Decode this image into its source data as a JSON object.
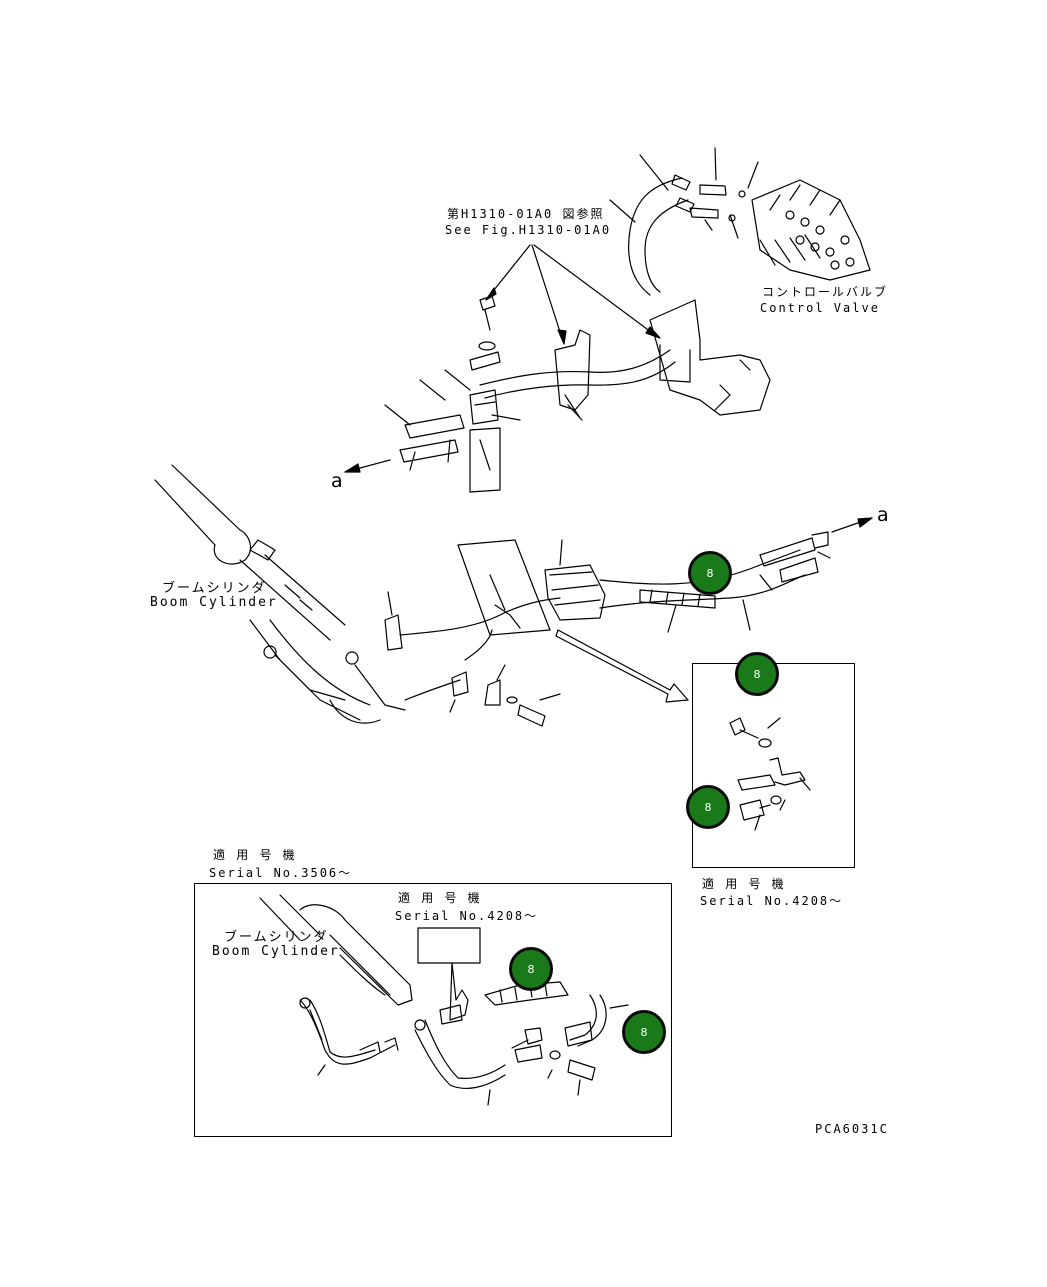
{
  "labels": {
    "ref_fig_jp": "第H1310-01A0 図参照",
    "ref_fig_en": "See Fig.H1310-01A0",
    "control_valve_jp": "コントロールバルブ",
    "control_valve_en": "Control Valve",
    "boom_cylinder_jp": "ブームシリンダ",
    "boom_cylinder_en": "Boom Cylinder",
    "applicable_jp": "適 用 号 機",
    "serial_3506": "Serial No.3506～",
    "serial_4208": "Serial No.4208～",
    "view_a": "a",
    "drawing_code": "PCA6031C"
  },
  "callouts": [
    {
      "id": "callout-1",
      "number": "8"
    },
    {
      "id": "callout-2",
      "number": "8"
    },
    {
      "id": "callout-3",
      "number": "8"
    },
    {
      "id": "callout-4",
      "number": "8"
    },
    {
      "id": "callout-5",
      "number": "8"
    }
  ],
  "colors": {
    "line": "#000000",
    "callout_fill": "#1a7a1a",
    "callout_border": "#0a0a0a"
  }
}
